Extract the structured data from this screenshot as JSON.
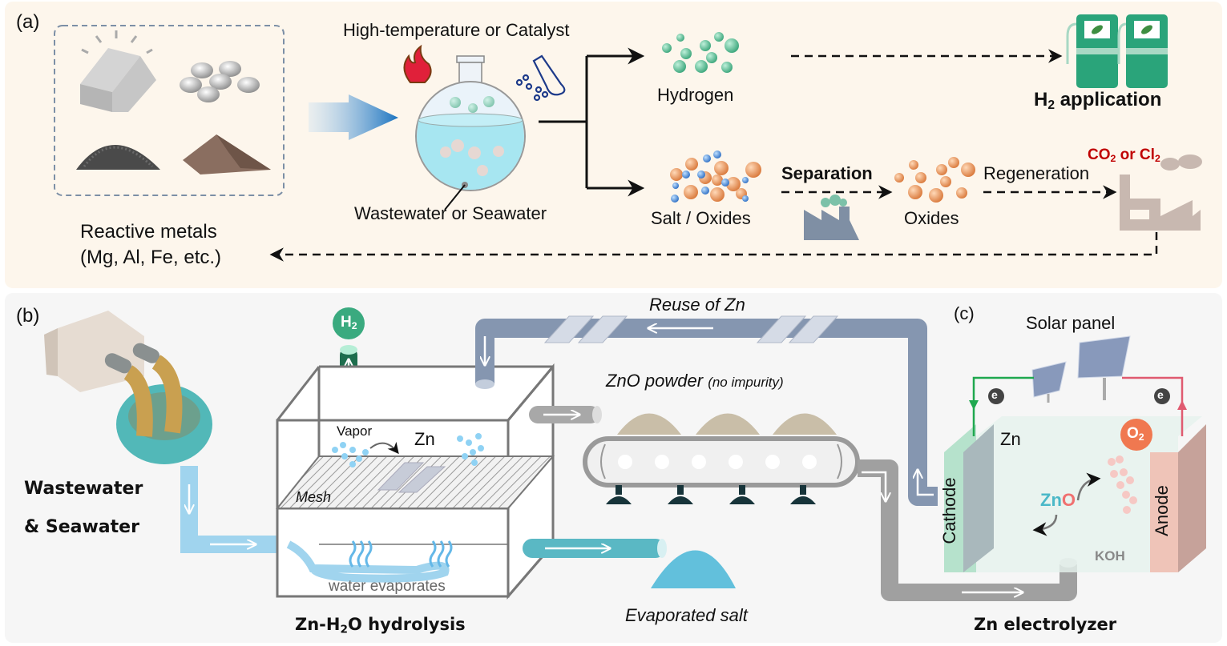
{
  "panel_a": {
    "label": "(a)",
    "reactive_metals": {
      "line1": "Reactive metals",
      "line2": "(Mg, Al, Fe, etc.)"
    },
    "condition": "High-temperature or Catalyst",
    "flask_label": "Wastewater or Seawater",
    "hydrogen": "Hydrogen",
    "h2_application": {
      "prefix": "H",
      "sub": "2",
      "suffix": " application"
    },
    "salt_oxides": "Salt / Oxides",
    "separation": "Separation",
    "oxides": "Oxides",
    "regeneration": "Regeneration",
    "emission": {
      "a": "CO",
      "a_sub": "2",
      "mid": " or Cl",
      "b_sub": "2"
    }
  },
  "panel_b": {
    "label": "(b)",
    "h2_badge": {
      "text": "H",
      "sub": "2"
    },
    "source": {
      "line1": "Wastewater",
      "line2": "& Seawater"
    },
    "vapor": "Vapor",
    "zn": "Zn",
    "mesh": "Mesh",
    "water_evaporates": "water evaporates",
    "title": {
      "prefix": "Zn-H",
      "sub": "2",
      "suffix": "O hydrolysis"
    },
    "reuse": "Reuse of Zn",
    "zno_powder": "ZnO powder",
    "no_impurity": "(no impurity)",
    "evaporated_salt": "Evaporated salt"
  },
  "panel_c": {
    "label": "(c)",
    "solar_panel": "Solar panel",
    "electron": "e",
    "zn": "Zn",
    "o2": {
      "text": "O",
      "sub": "2"
    },
    "cathode": "Cathode",
    "anode": "Anode",
    "zno": {
      "zn": "Zn",
      "o": "O"
    },
    "electrolyte": "KOH",
    "title": "Zn electrolyzer"
  },
  "colors": {
    "panel_a_bg": "#fdf6ec",
    "panel_b_bg": "#f6f6f6",
    "hydrogen_green": "#3aaa7f",
    "emission_red": "#c00000",
    "zinc_pipe": "#8596b0",
    "water_pipe": "#9fd4ee",
    "cathode_green": "#b6e2cc",
    "anode_pink": "#efc4b8",
    "zno_teal": "#4bb8c8",
    "zno_red": "#f07070",
    "o2_orange": "#f07850"
  }
}
